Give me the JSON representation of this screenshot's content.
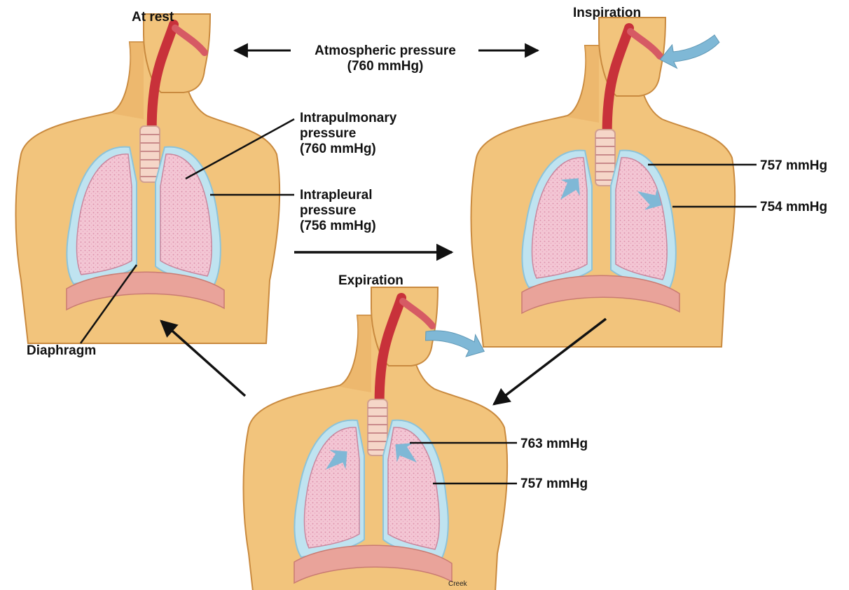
{
  "title_partial": "Pulmonary Ventilation",
  "panels": {
    "rest": {
      "title": "At rest",
      "atmospheric": {
        "line1": "Atmospheric pressure",
        "line2": "(760 mmHg)"
      },
      "intrapulmonary": {
        "line1": "Intrapulmonary",
        "line2": "pressure",
        "line3": "(760 mmHg)"
      },
      "intrapleural": {
        "line1": "Intrapleural",
        "line2": "pressure",
        "line3": "(756 mmHg)"
      },
      "diaphragm": "Diaphragm"
    },
    "inspiration": {
      "title": "Inspiration",
      "intrapulmonary": "757 mmHg",
      "intrapleural": "754 mmHg"
    },
    "expiration": {
      "title": "Expiration",
      "intrapulmonary": "763 mmHg",
      "intrapleural": "757 mmHg"
    }
  },
  "credit": "Creek",
  "colors": {
    "skin": "#f2c47c",
    "skin_shade": "#d89a4c",
    "lung": "#f3c6d4",
    "pleura": "#bfe3f0",
    "trachea": "#c8313a",
    "airflow_arrow": "#7fb8d6",
    "cycle_arrow": "#111111"
  }
}
